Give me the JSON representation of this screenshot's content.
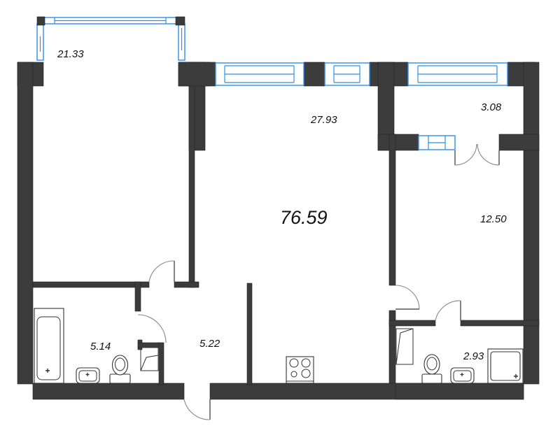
{
  "floor_plan": {
    "total_area": "76.59",
    "rooms": [
      {
        "id": "bedroom",
        "area": "21.33"
      },
      {
        "id": "living-kitchen",
        "area": "27.93"
      },
      {
        "id": "balcony",
        "area": "3.08"
      },
      {
        "id": "bedroom-2",
        "area": "12.50"
      },
      {
        "id": "bathroom",
        "area": "5.14"
      },
      {
        "id": "hallway",
        "area": "5.22"
      },
      {
        "id": "toilet",
        "area": "2.93"
      }
    ]
  },
  "colors": {
    "wall": "#3c3c3c",
    "window": "#2f8ef0",
    "background": "#ffffff"
  },
  "icons": {
    "bathtub": "bathtub-icon",
    "sink": "sink-icon",
    "toilet": "toilet-icon",
    "stove": "stove-icon",
    "shower": "shower-tray-icon",
    "washer": "washing-machine-icon"
  }
}
